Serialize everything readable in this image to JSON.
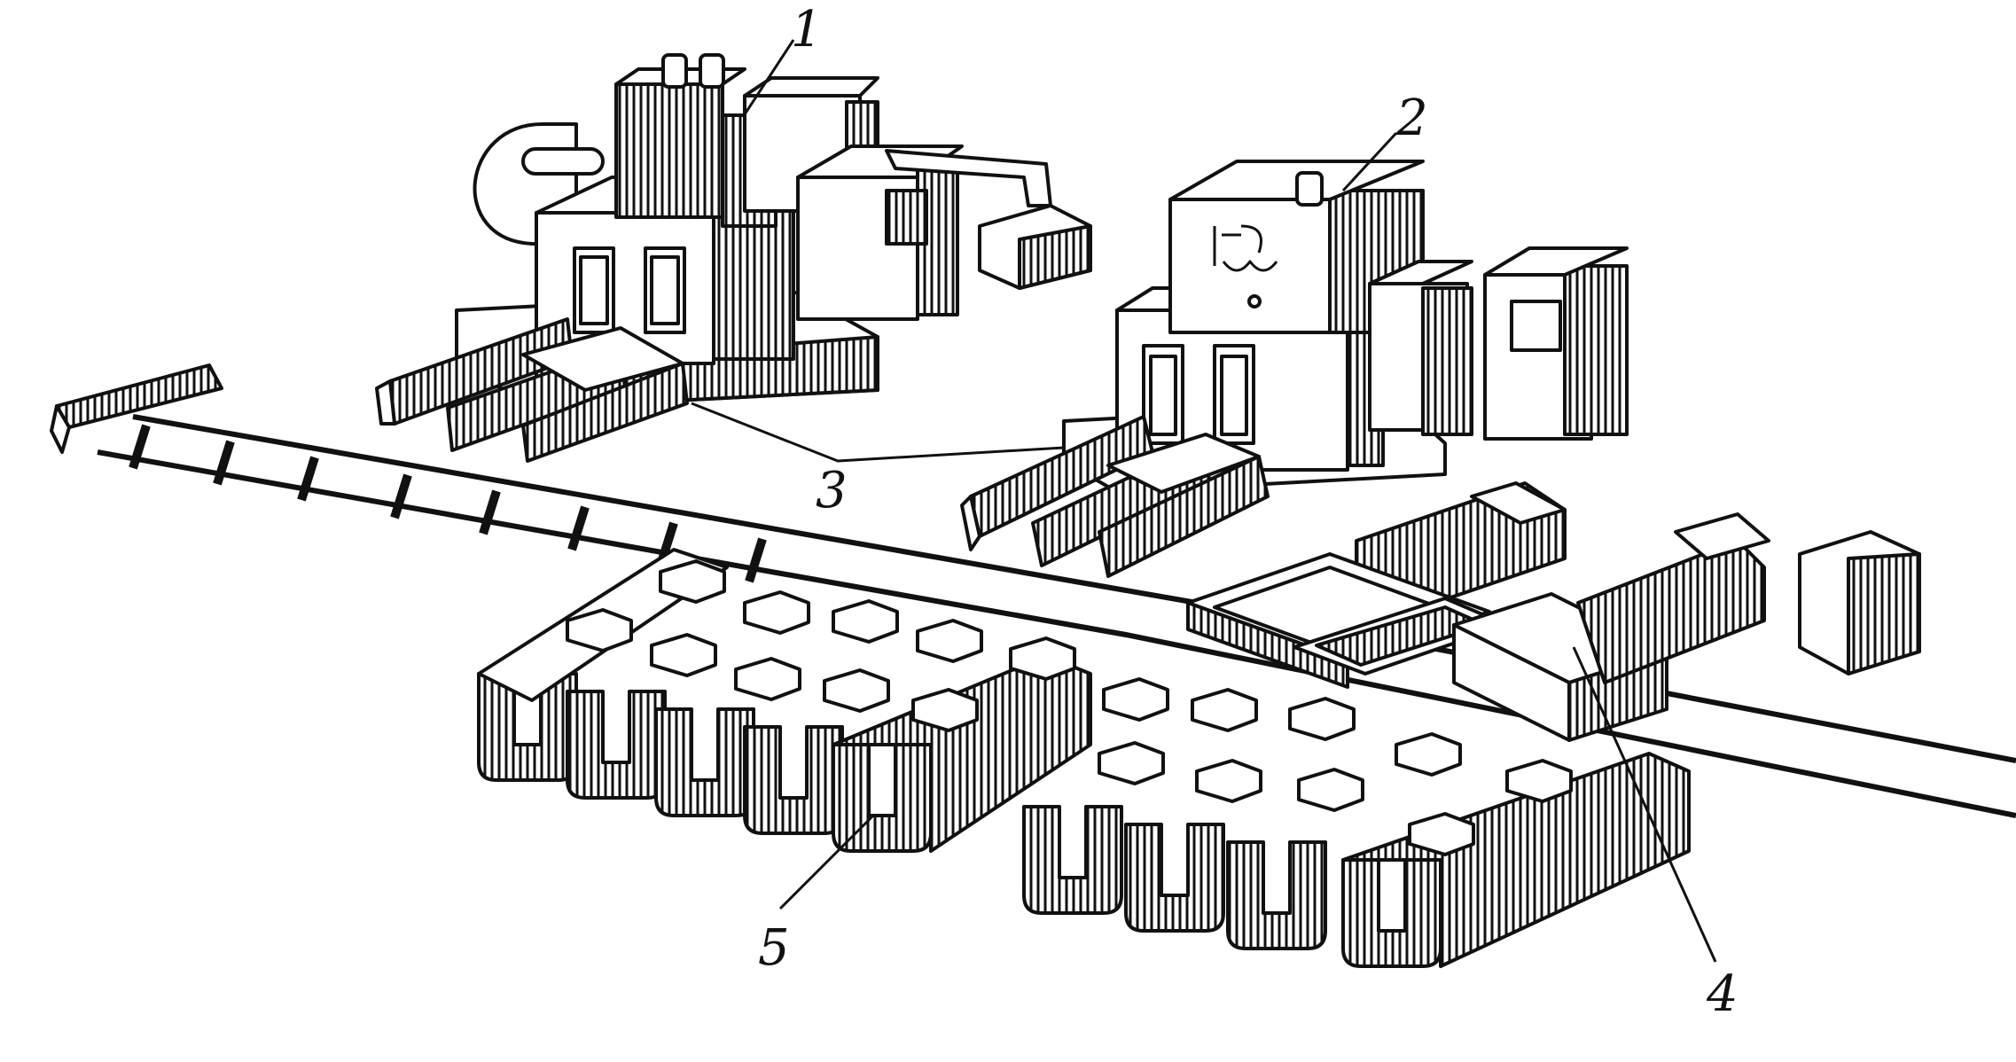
{
  "callouts": {
    "c1": "1",
    "c2": "2",
    "c3": "3",
    "c4": "4",
    "c5": "5"
  },
  "colors": {
    "ink": "#111111",
    "paper": "#ffffff"
  }
}
